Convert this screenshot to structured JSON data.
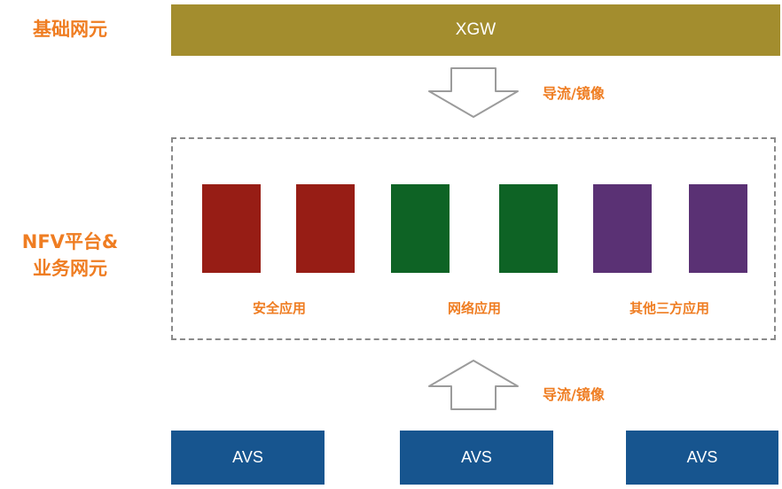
{
  "labels": {
    "base": "基础网元",
    "nfv_line1": "NFV平台&",
    "nfv_line2": "业务网元"
  },
  "xgw": {
    "label": "XGW"
  },
  "flow": {
    "top": "导流/镜像",
    "bottom": "导流/镜像"
  },
  "apps": {
    "groups": [
      {
        "label": "安全应用",
        "color": "#971d15"
      },
      {
        "label": "网络应用",
        "color": "#0e6325"
      },
      {
        "label": "其他三方应用",
        "color": "#5a3174"
      }
    ]
  },
  "avs": [
    {
      "label": "AVS"
    },
    {
      "label": "AVS"
    },
    {
      "label": "AVS"
    }
  ],
  "colors": {
    "accent_text": "#ef7d22",
    "xgw_bar": "#a38d2e",
    "avs_box": "#17558f",
    "platform_border": "#8a8a8a"
  }
}
